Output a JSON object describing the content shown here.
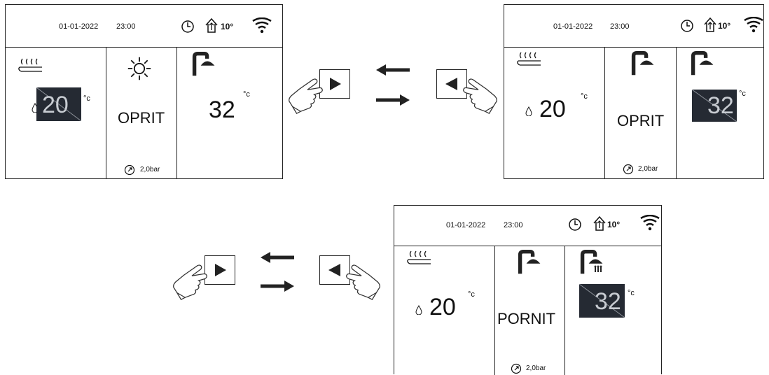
{
  "screens": [
    {
      "date": "01-01-2022",
      "time": "23:00",
      "outdoor_temp": "10°",
      "zone1_temp": "20",
      "zone1_unit": "°c",
      "center_mode": "OPRIT",
      "pressure": "2,0bar",
      "dhw_temp": "32",
      "dhw_unit": "°c"
    },
    {
      "date": "01-01-2022",
      "time": "23:00",
      "outdoor_temp": "10°",
      "zone1_temp": "20",
      "zone1_unit": "°c",
      "center_mode": "OPRIT",
      "pressure": "2,0bar",
      "dhw_temp": "32",
      "dhw_unit": "°c"
    },
    {
      "date": "01-01-2022",
      "time": "23:00",
      "outdoor_temp": "10°",
      "zone1_temp": "20",
      "zone1_unit": "°c",
      "center_mode": "PORNIT",
      "pressure": "2,0bar",
      "dhw_temp": "32",
      "dhw_unit": "°c"
    }
  ],
  "colors": {
    "highlight_bg": "#252a33",
    "highlight_text": "#c8ccd2",
    "line": "#222222"
  },
  "icons": [
    "floor-heating-icon",
    "droplet-icon",
    "sun-icon",
    "shower-icon",
    "shower-running-icon",
    "clock-icon",
    "house-arrow-icon",
    "wifi-icon",
    "pressure-gauge-icon",
    "hand-pointer-icon",
    "right-button-icon",
    "left-button-icon",
    "arrow-left-icon",
    "arrow-right-icon"
  ]
}
